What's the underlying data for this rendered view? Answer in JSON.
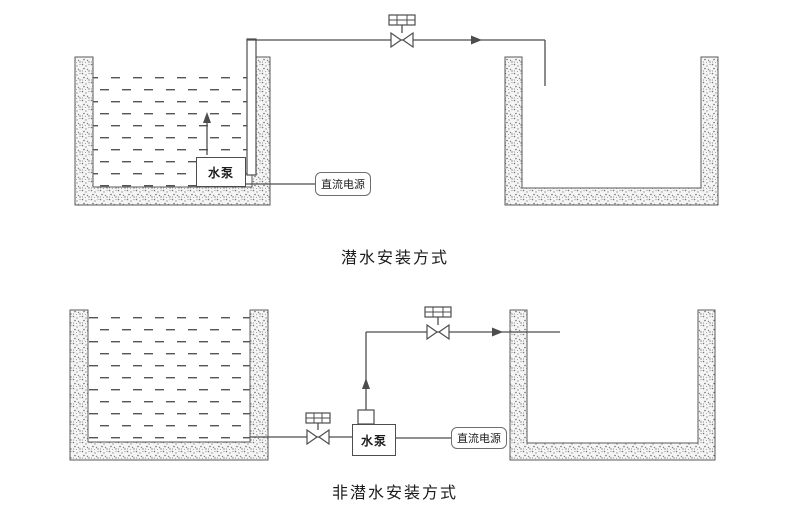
{
  "colors": {
    "line": "#4d4d4d",
    "text": "#1c1c1c",
    "wall_fill": "#f5f5f5",
    "water_dash": "#555555"
  },
  "top_diagram": {
    "caption": "潜水安装方式",
    "pump_label": "水泵",
    "power_label": "直流电源"
  },
  "bottom_diagram": {
    "caption": "非潜水安装方式",
    "pump_label": "水泵",
    "power_label": "直流电源"
  }
}
